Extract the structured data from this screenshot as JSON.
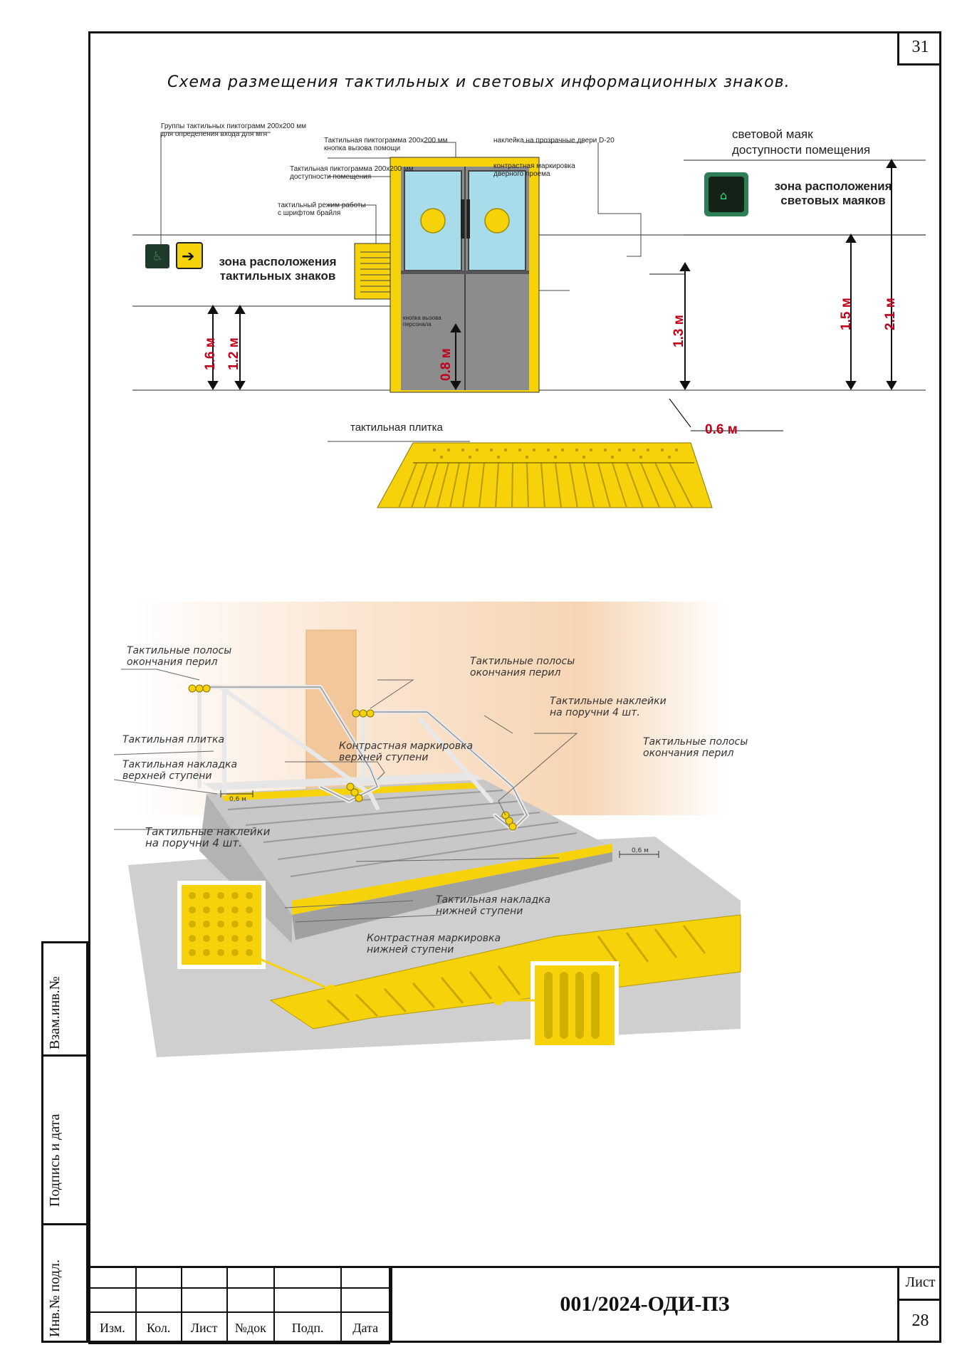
{
  "page_number": "31",
  "title": "Схема размещения тактильных и световых информационных знаков.",
  "top_diagram": {
    "callouts": {
      "pictogram_groups": [
        "Группы тактильных пиктограмм 200х200 мм",
        "для определения входа для мгн"
      ],
      "call_button_pictogram": [
        "Тактильная пиктограмма 200х200 мм",
        "кнопка вызова помощи"
      ],
      "accessibility_pictogram": [
        "Тактильная пиктограмма 200х200 мм",
        "доступности помещения"
      ],
      "braille_schedule": [
        "тактильный режим работы",
        "с шрифтом брайля"
      ],
      "door_sticker": "наклейка на прозрачные двери D-20",
      "door_marking": [
        "контрастная маркировка",
        "дверного проема"
      ],
      "staff_button": [
        "кнопка вызова",
        "персонала"
      ],
      "light_beacon": [
        "световой маяк",
        "доступности помещения"
      ]
    },
    "zone_tactile": [
      "зона расположения",
      "тактильных знаков"
    ],
    "zone_light": [
      "зона расположения",
      "световых маяков"
    ],
    "dimensions": {
      "d1": "1.6 м",
      "d2": "1.2 м",
      "d3": "0.8 м",
      "d4": "1.3 м",
      "d5": "1.5 м",
      "d6": "2.1 м",
      "d7": "0.6 м"
    },
    "tile_label": "тактильная плитка"
  },
  "stair_diagram": {
    "labels": {
      "rail_end_left": [
        "Тактильные полосы",
        "окончания перил"
      ],
      "rail_end_mid": [
        "Тактильные полосы",
        "окончания перил"
      ],
      "rail_stickers_right": [
        "Тактильные наклейки",
        "на поручни 4 шт."
      ],
      "rail_end_right": [
        "Тактильные полосы",
        "окончания перил"
      ],
      "tactile_tile": "Тактильная плитка",
      "top_step_overlay": [
        "Тактильная накладка",
        "верхней ступени"
      ],
      "top_step_contrast": [
        "Контрастная маркировка",
        "верхней ступени"
      ],
      "rail_stickers_left": [
        "Тактильные наклейки",
        "на поручни 4 шт."
      ],
      "bottom_step_overlay": [
        "Тактильная накладка",
        "нижней ступени"
      ],
      "bottom_step_contrast": [
        "Контрастная маркировка",
        "нижней ступени"
      ]
    },
    "dim_top": "0,6 м",
    "dim_bottom": "0,6 м"
  },
  "side_stamps": [
    "Взам.инв.№",
    "Подпись и дата",
    "Инв.№ подл."
  ],
  "stamp": {
    "headers": [
      "Изм.",
      "Кол.",
      "Лист",
      "№док",
      "Подп.",
      "Дата"
    ],
    "code": "001/2024-ОДИ-ПЗ",
    "sheet_label": "Лист",
    "sheet_number": "28"
  },
  "colors": {
    "tactile_yellow": "#f5d20a",
    "sign_dark": "#1e3a2a",
    "door_gray": "#8c8c8c",
    "glass": "#a9dcea",
    "dim_red": "#c0001a"
  }
}
